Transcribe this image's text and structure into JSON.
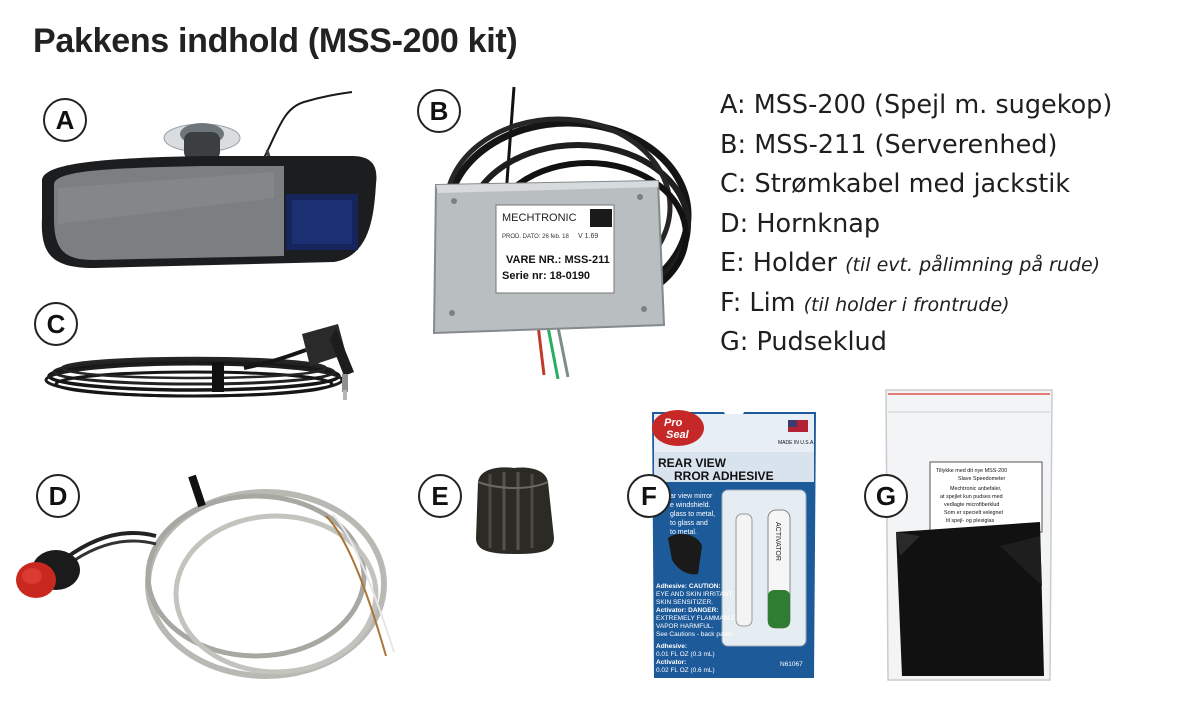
{
  "title": "Pakkens indhold (MSS-200 kit)",
  "markers": [
    "A",
    "B",
    "C",
    "D",
    "E",
    "F",
    "G"
  ],
  "legend": [
    {
      "label": "A: MSS-200 (Spejl m. sugekop)",
      "note": ""
    },
    {
      "label": "B: MSS-211 (Serverenhed)",
      "note": ""
    },
    {
      "label": "C: Strømkabel med jackstik",
      "note": ""
    },
    {
      "label": "D: Hornknap",
      "note": ""
    },
    {
      "label": "E: Holder ",
      "note": "(til evt. pålimning på rude)"
    },
    {
      "label": "F: Lim ",
      "note": "(til holder i frontrude)"
    },
    {
      "label": "G: Pudseklud",
      "note": ""
    }
  ],
  "server_label": {
    "brand": "MECHTRONIC",
    "prod": "PROD. DATO:  26 feb. 18",
    "version": "V 1.69",
    "vare": "VARE NR.: MSS-211",
    "serie": "Serie nr: 18-0190"
  },
  "adhesive_pack": {
    "brand_top": "Pro",
    "brand_bottom": "Seal",
    "made_in": "MADE IN U.S.A.",
    "title_line1": "REAR VIEW",
    "title_line2": "RROR ADHESIVE",
    "desc_lines": [
      "ar view mirror",
      "e windshield.",
      "glass to metal,",
      "to glass and",
      "to metal."
    ],
    "caution_lines": [
      "Adhesive: CAUTION:",
      "EYE AND SKIN IRRITANT,",
      "SKIN SENSITIZER.",
      "Activator: DANGER:",
      "EXTREMELY FLAMMABLE.",
      "VAPOR HARMFUL.",
      "See Cautions - back panel."
    ],
    "tube_label": "ACTIVATOR",
    "qty_lines": [
      "Adhesive:",
      "0.01 FL OZ (0.3 mL)",
      "Activator:",
      "0.02 FL OZ (0.6 mL)"
    ],
    "code": "N61067"
  },
  "cloth_card": {
    "lines": [
      "Tillykke med dit nye MSS-200",
      "Slave Speedometer",
      "Mechtronic anbefaler,",
      "at spejlet kun pudses med",
      "vedlagte microfiberklud",
      "Som er specielt velegnet",
      "til spejl- og plexiglas"
    ]
  },
  "colors": {
    "text": "#1f1f1f",
    "button_red": "#c8281e",
    "card_blue": "#1d5a9a",
    "card_red": "#c62828",
    "cable": "#1a1a1a",
    "grey_cable": "#b9b9b4"
  }
}
